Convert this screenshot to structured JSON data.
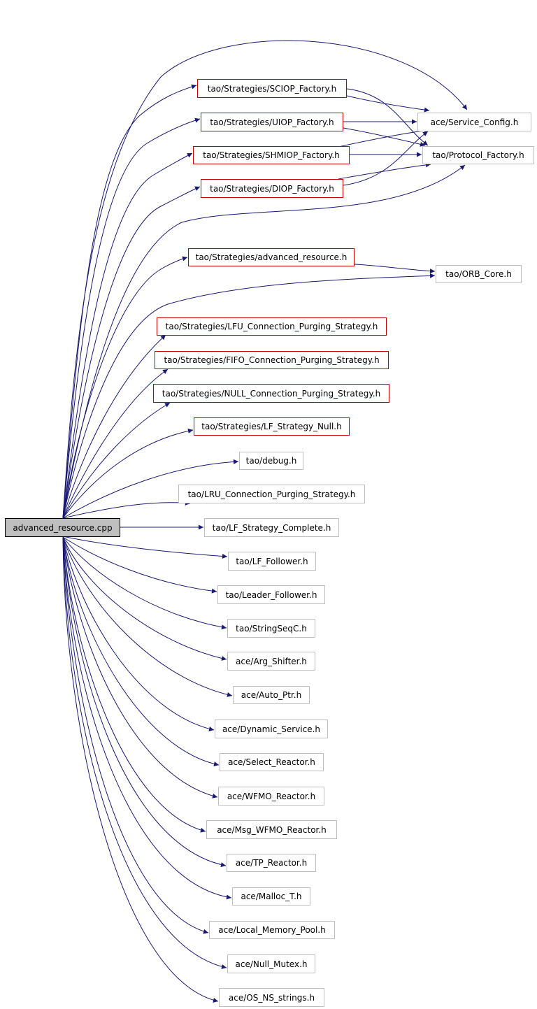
{
  "graph": {
    "root": "advanced_resource.cpp",
    "colors": {
      "edge": "#191970",
      "linked_border": "#c00000",
      "plain_border": "#bfbfbf",
      "root_fill": "#bfbfbf"
    },
    "nodes": {
      "sciop": "tao/Strategies/SCIOP_Factory.h",
      "uiop": "tao/Strategies/UIOP_Factory.h",
      "shmiop": "tao/Strategies/SHMIOP_Factory.h",
      "diop": "tao/Strategies/DIOP_Factory.h",
      "service_config": "ace/Service_Config.h",
      "protocol_factory": "tao/Protocol_Factory.h",
      "adv_resource_h": "tao/Strategies/advanced_resource.h",
      "orb_core": "tao/ORB_Core.h",
      "lfu": "tao/Strategies/LFU_Connection_Purging_Strategy.h",
      "fifo": "tao/Strategies/FIFO_Connection_Purging_Strategy.h",
      "null_cps": "tao/Strategies/NULL_Connection_Purging_Strategy.h",
      "lf_null": "tao/Strategies/LF_Strategy_Null.h",
      "debug": "tao/debug.h",
      "lru": "tao/LRU_Connection_Purging_Strategy.h",
      "lf_complete": "tao/LF_Strategy_Complete.h",
      "lf_follower": "tao/LF_Follower.h",
      "leader_follower": "tao/Leader_Follower.h",
      "stringseqc": "tao/StringSeqC.h",
      "arg_shifter": "ace/Arg_Shifter.h",
      "auto_ptr": "ace/Auto_Ptr.h",
      "dynamic_service": "ace/Dynamic_Service.h",
      "select_reactor": "ace/Select_Reactor.h",
      "wfmo_reactor": "ace/WFMO_Reactor.h",
      "msg_wfmo_reactor": "ace/Msg_WFMO_Reactor.h",
      "tp_reactor": "ace/TP_Reactor.h",
      "malloc_t": "ace/Malloc_T.h",
      "local_memory_pool": "ace/Local_Memory_Pool.h",
      "null_mutex": "ace/Null_Mutex.h",
      "os_ns_strings": "ace/OS_NS_strings.h"
    },
    "edges": [
      [
        "root",
        "service_config"
      ],
      [
        "root",
        "sciop"
      ],
      [
        "root",
        "uiop"
      ],
      [
        "root",
        "shmiop"
      ],
      [
        "root",
        "diop"
      ],
      [
        "root",
        "protocol_factory"
      ],
      [
        "root",
        "adv_resource_h"
      ],
      [
        "root",
        "orb_core"
      ],
      [
        "root",
        "lfu"
      ],
      [
        "root",
        "fifo"
      ],
      [
        "root",
        "null_cps"
      ],
      [
        "root",
        "lf_null"
      ],
      [
        "root",
        "debug"
      ],
      [
        "root",
        "lru"
      ],
      [
        "root",
        "lf_complete"
      ],
      [
        "root",
        "lf_follower"
      ],
      [
        "root",
        "leader_follower"
      ],
      [
        "root",
        "stringseqc"
      ],
      [
        "root",
        "arg_shifter"
      ],
      [
        "root",
        "auto_ptr"
      ],
      [
        "root",
        "dynamic_service"
      ],
      [
        "root",
        "select_reactor"
      ],
      [
        "root",
        "wfmo_reactor"
      ],
      [
        "root",
        "msg_wfmo_reactor"
      ],
      [
        "root",
        "tp_reactor"
      ],
      [
        "root",
        "malloc_t"
      ],
      [
        "root",
        "local_memory_pool"
      ],
      [
        "root",
        "null_mutex"
      ],
      [
        "root",
        "os_ns_strings"
      ],
      [
        "sciop",
        "service_config"
      ],
      [
        "sciop",
        "protocol_factory"
      ],
      [
        "uiop",
        "service_config"
      ],
      [
        "uiop",
        "protocol_factory"
      ],
      [
        "shmiop",
        "service_config"
      ],
      [
        "shmiop",
        "protocol_factory"
      ],
      [
        "diop",
        "service_config"
      ],
      [
        "diop",
        "protocol_factory"
      ],
      [
        "adv_resource_h",
        "orb_core"
      ]
    ]
  }
}
